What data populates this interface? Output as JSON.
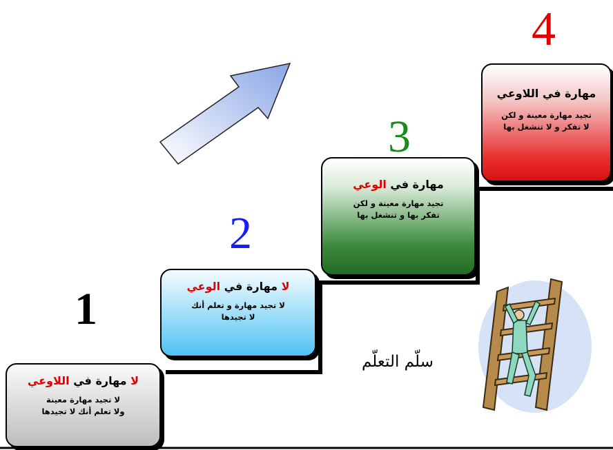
{
  "steps": [
    {
      "number": "1",
      "number_color": "#000000",
      "title_highlight": "لا",
      "title_mid": "مهارة في",
      "title_highlight2": "اللاوعي",
      "desc_line1": "لا تجيد مهارة معينة",
      "desc_line2": "ولا تعلم أنك لا تجيدها"
    },
    {
      "number": "2",
      "number_color": "#1a1aff",
      "title_highlight": "لا",
      "title_mid": "مهارة في",
      "title_highlight2": "الوعي",
      "desc_line1": "لا تجيد مهارة و تعلم أنك",
      "desc_line2": "لا تجيدها"
    },
    {
      "number": "3",
      "number_color": "#1a8a1a",
      "title_mid": "مهارة في",
      "title_highlight2": "الوعي",
      "desc_line1": "تجيد مهارة معينة و لكن",
      "desc_line2": "تفكر بها و تنشغل بها"
    },
    {
      "number": "4",
      "number_color": "#e00000",
      "title_mid": "مهارة في اللاوعي",
      "desc_line1": "تجيد مهارة معينة و لكن",
      "desc_line2": "لا تفكر و لا تنشغل بها"
    }
  ],
  "caption": "سلّم التعلّم",
  "icons": {
    "arrow": "up-right-arrow-icon",
    "ladder": "person-climbing-ladder-icon"
  },
  "colors": {
    "step1_fill": "#c8c8c8",
    "step2_fill": "#5ec8f5",
    "step3_fill": "#2e7d2e",
    "step4_fill": "#e01010",
    "arrow_fill": "#9ab2e8"
  }
}
